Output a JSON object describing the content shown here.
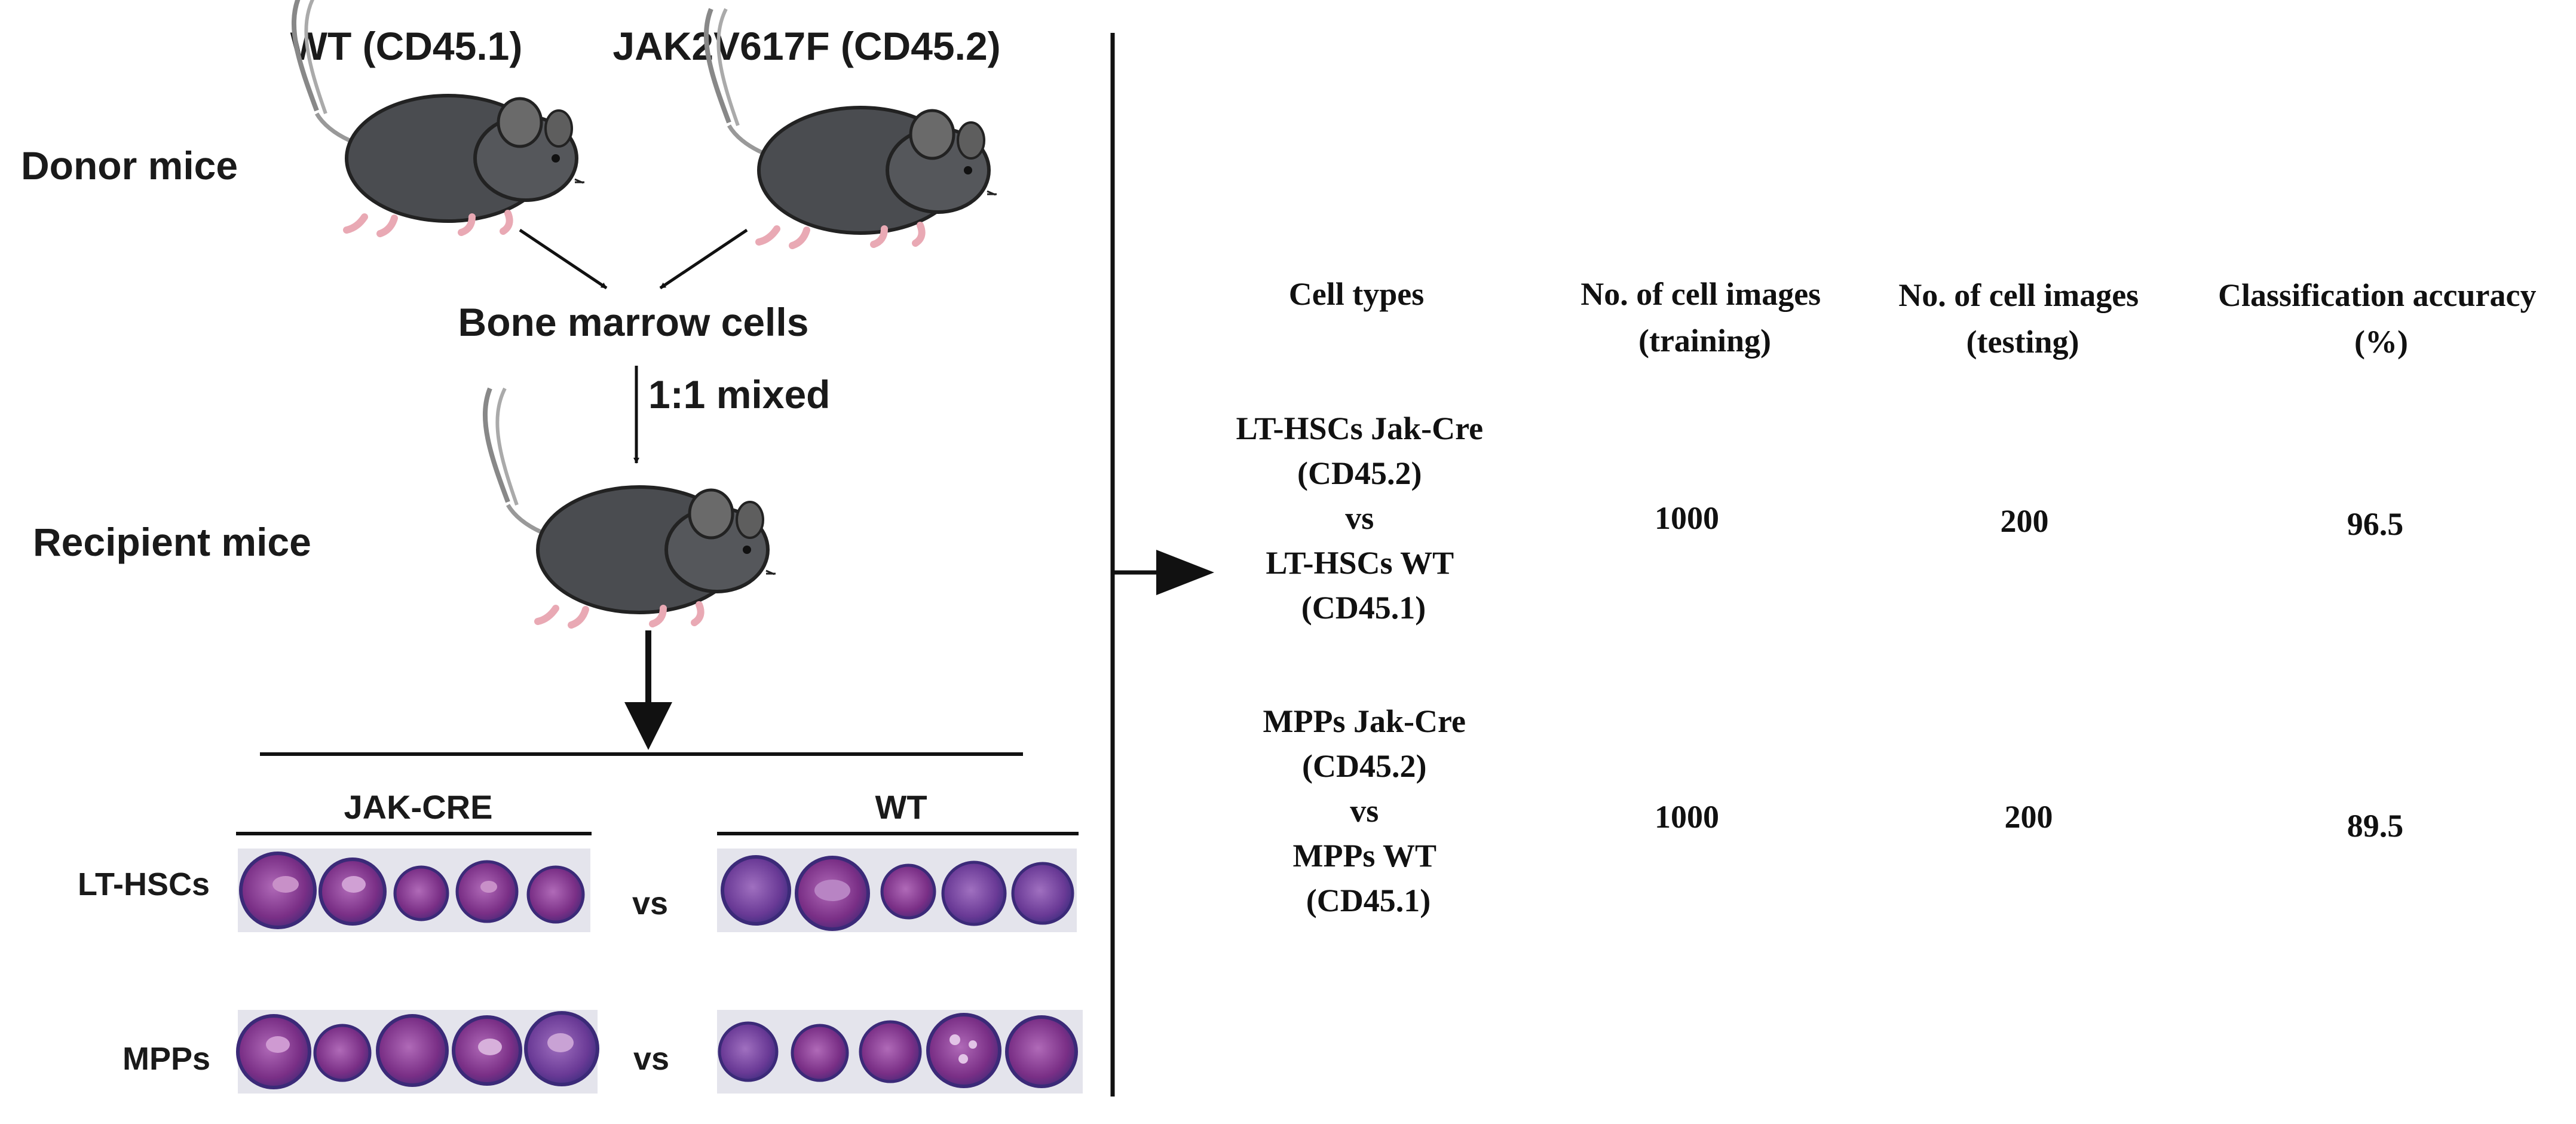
{
  "labels": {
    "wt_donor": "WT (CD45.1)",
    "jak_donor": "JAK2V617F (CD45.2)",
    "donor_mice": "Donor mice",
    "bone_marrow": "Bone marrow cells",
    "mixed": "1:1 mixed",
    "recipient_mice": "Recipient mice",
    "group_jak": "JAK-CRE",
    "group_wt": "WT",
    "row_lt": "LT-HSCs",
    "row_mpp": "MPPs",
    "vs": "vs"
  },
  "table": {
    "headers": [
      [
        "Cell types"
      ],
      [
        "No. of cell images",
        "(training)"
      ],
      [
        "No. of cell images",
        "(testing)"
      ],
      [
        "Classification accuracy",
        "(%)"
      ]
    ],
    "rows": [
      {
        "cell_type": [
          "LT-HSCs Jak-Cre",
          "(CD45.2)",
          "vs",
          "LT-HSCs WT",
          "(CD45.1)"
        ],
        "training": "1000",
        "testing": "200",
        "accuracy": "96.5"
      },
      {
        "cell_type": [
          "MPPs Jak-Cre",
          "(CD45.2)",
          "vs",
          "MPPs WT",
          "(CD45.1)"
        ],
        "training": "1000",
        "testing": "200",
        "accuracy": "89.5"
      }
    ]
  },
  "colors": {
    "mouse_body": "#4a4c50",
    "mouse_feet": "#e9a9b4",
    "cell_purple": "#7a2f86",
    "cell_blue": "#5a3e9c",
    "tile_bg": "#e4e4ec"
  }
}
